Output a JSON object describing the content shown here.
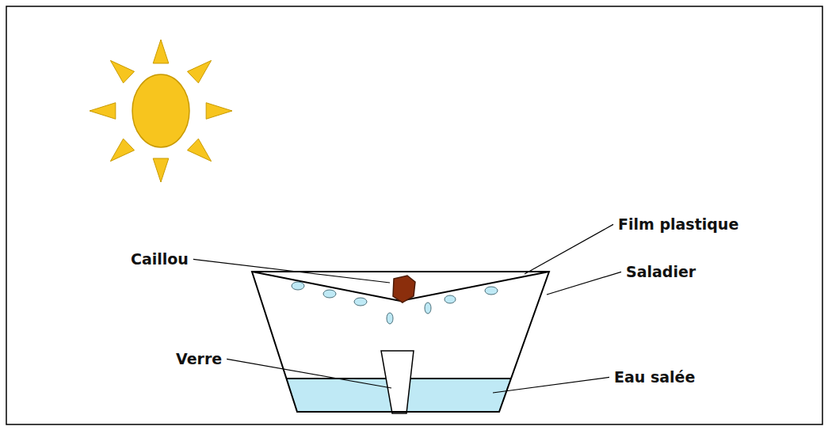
{
  "diagram": {
    "labels": [
      "Caillou",
      "Film plastique",
      "Saladier",
      "Verre",
      "Eau salée"
    ]
  }
}
